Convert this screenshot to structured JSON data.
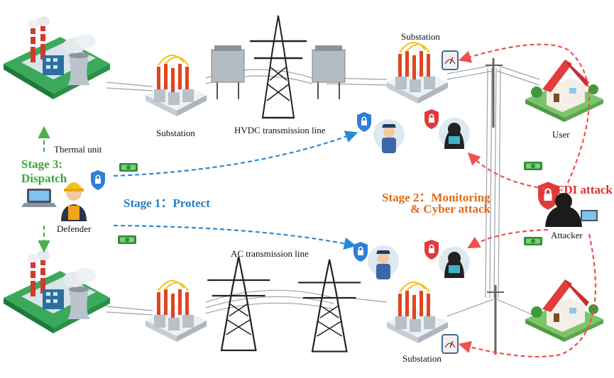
{
  "labels": {
    "thermal_unit": "Thermal unit",
    "substation_top_left": "Substation",
    "hvdc_line": "HVDC transmission line",
    "substation_top_right": "Substation",
    "user": "User",
    "defender": "Defender",
    "attacker": "Attacker",
    "ac_line": "AC transmission line",
    "substation_bottom_right": "Substation"
  },
  "stages": {
    "stage3_line1": "Stage 3:",
    "stage3_line2": "Dispatch",
    "stage1": "Stage 1：Protect",
    "stage2_line1": "Stage 2：Monitoring",
    "stage2_line2": "& Cyber attack",
    "fdi": "FDI attack"
  },
  "colors": {
    "stage1": "#1f7fc8",
    "stage2": "#e06a1a",
    "stage3": "#3aa63a",
    "fdi": "#e03030",
    "protect_arrow": "#2a8ad6",
    "attack_arrow": "#f05050",
    "dispatch_arrow": "#4bb04b"
  }
}
